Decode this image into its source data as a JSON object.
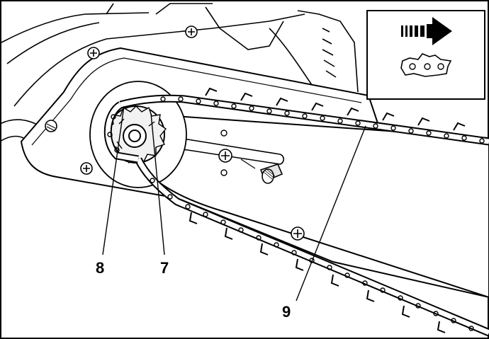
{
  "figure": {
    "callouts": [
      {
        "id": "sprocket-teeth",
        "label": "8"
      },
      {
        "id": "sprocket",
        "label": "7"
      },
      {
        "id": "saw-chain",
        "label": "9"
      }
    ],
    "inset": {
      "arrow_icon": "direction-arrow-icon",
      "chain_link_icon": "chain-link-icon"
    },
    "colors": {
      "line": "#000000",
      "background": "#ffffff",
      "shade": "#d9d9d9"
    }
  }
}
